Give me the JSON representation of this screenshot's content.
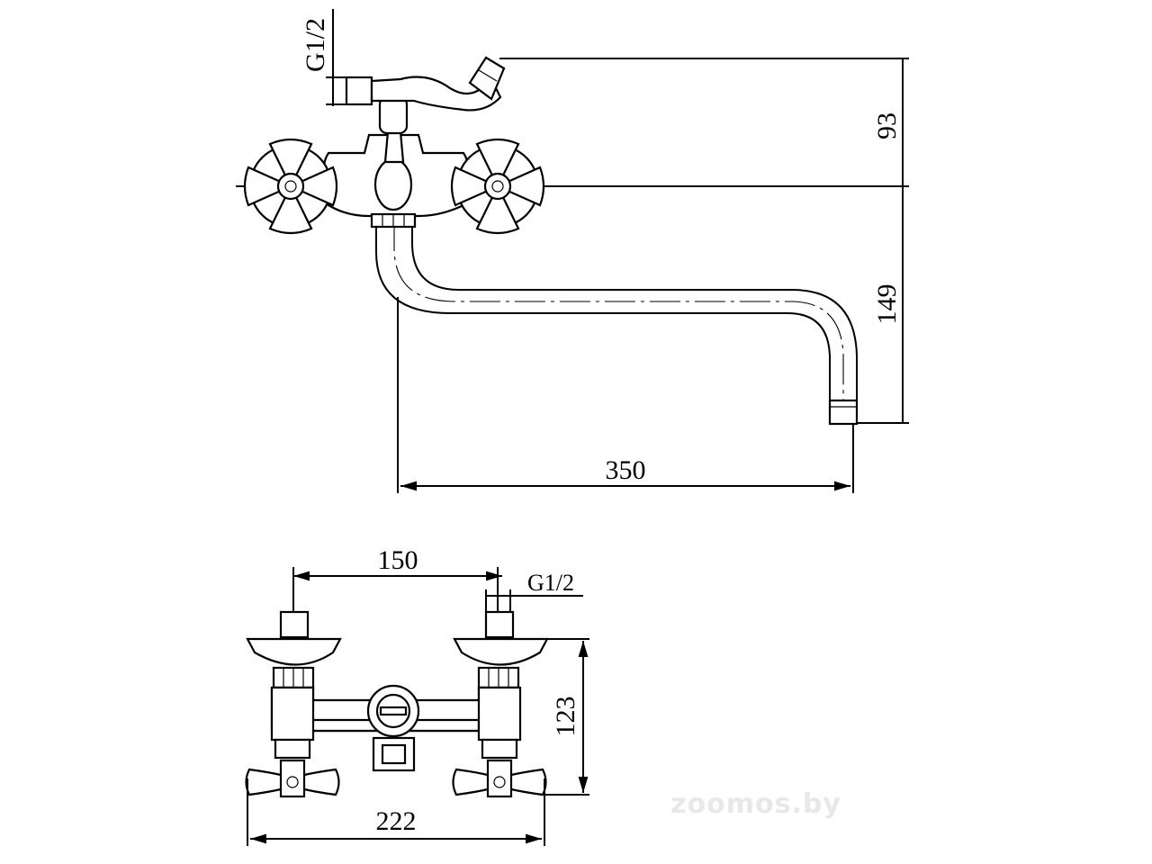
{
  "top_view": {
    "thread_label": "G1/2",
    "height_upper": "93",
    "height_lower": "149",
    "spout_reach": "350"
  },
  "front_view": {
    "center_distance": "150",
    "thread_label": "G1/2",
    "height": "123",
    "overall_width": "222"
  },
  "watermark": "zoomos.by"
}
